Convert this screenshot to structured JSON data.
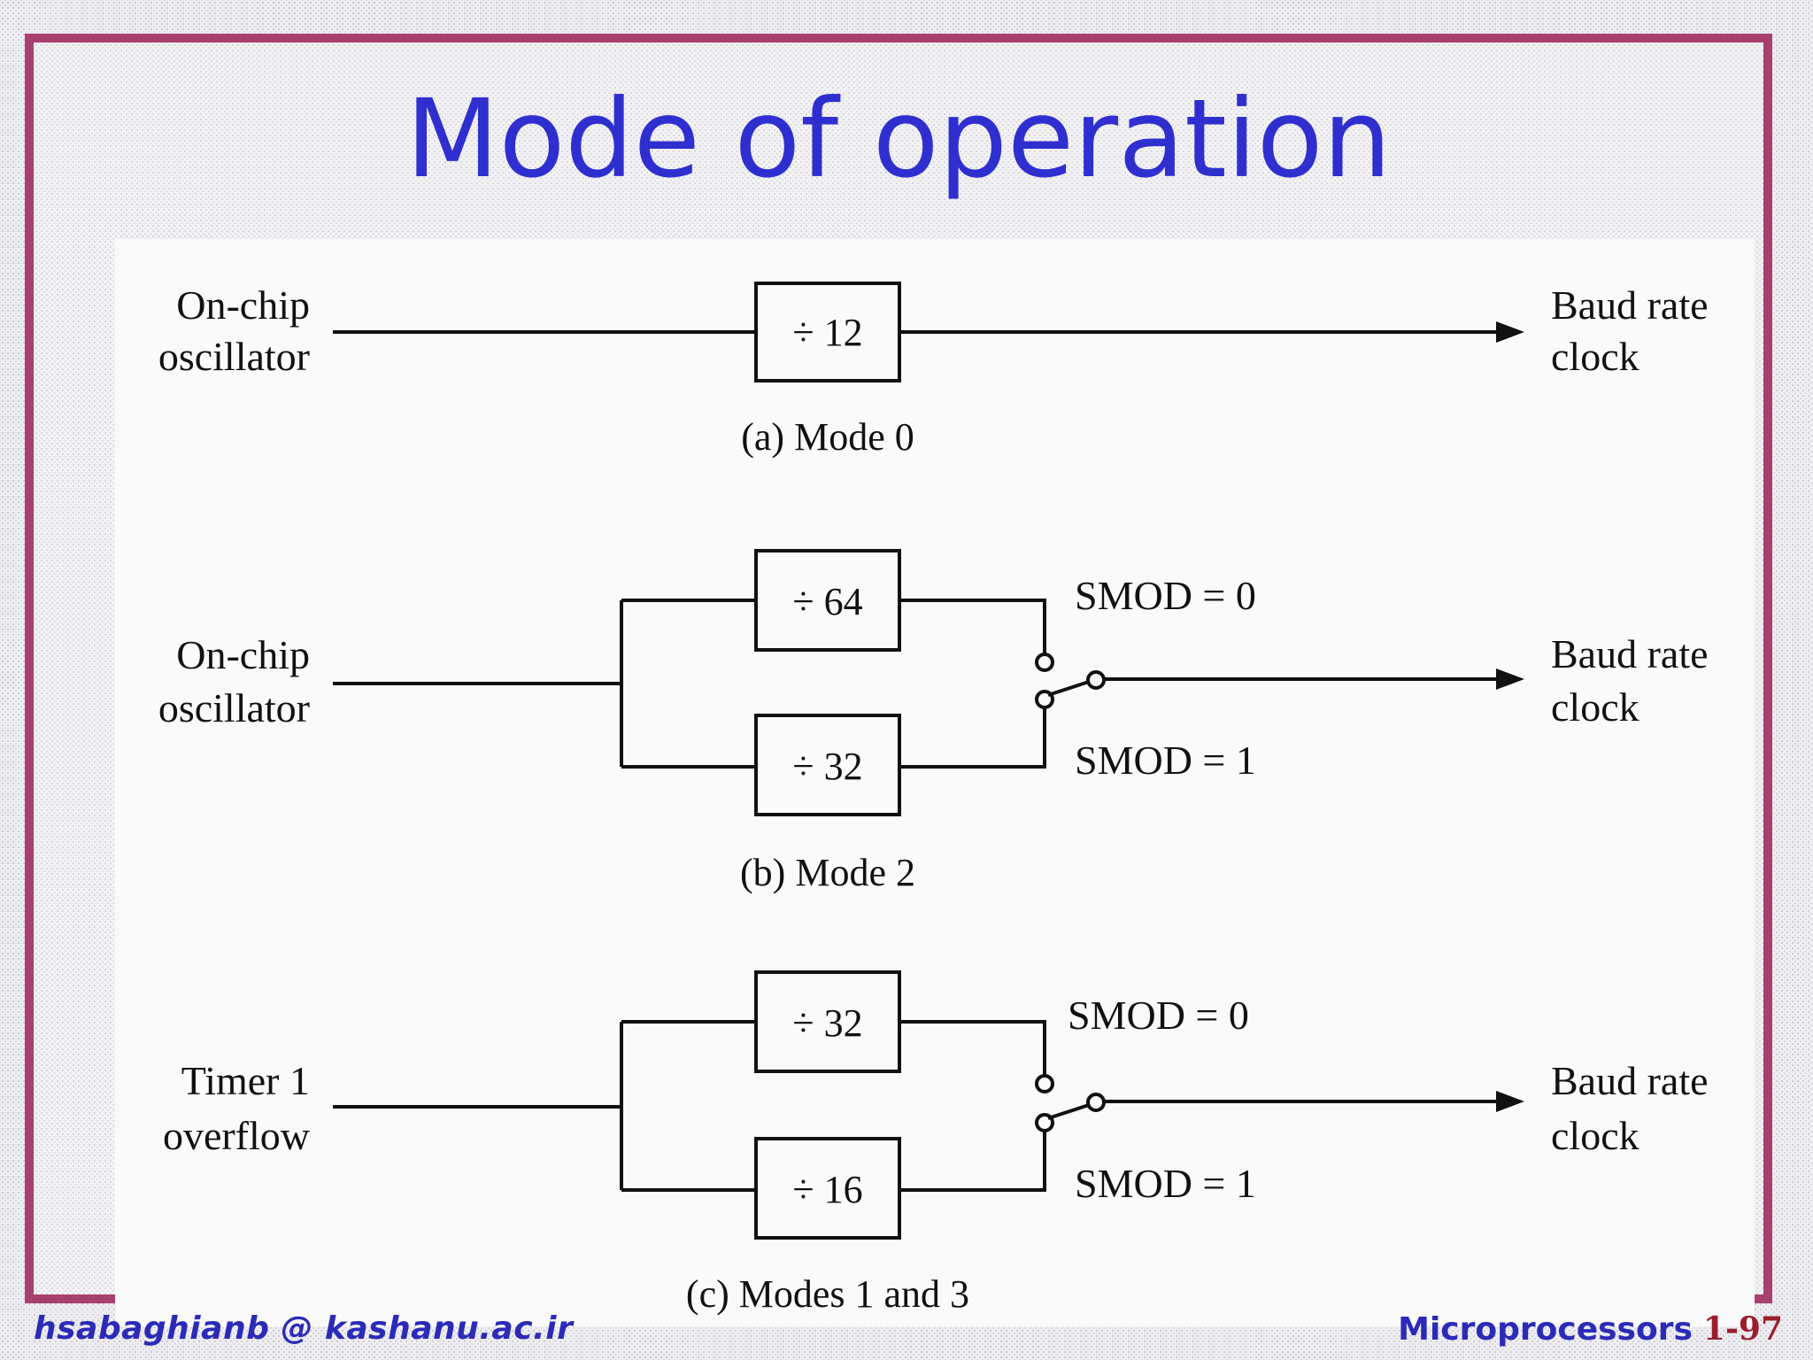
{
  "slide": {
    "title": "Mode of operation",
    "footer_left": "hsabaghianb @ kashanu.ac.ir",
    "footer_course": "Microprocessors",
    "footer_page": "1-97",
    "colors": {
      "frame": "#a8406e",
      "title": "#2f2fd0",
      "footer": "#2b2bb8",
      "page": "#9b1d2c"
    }
  },
  "diagram": {
    "mode0": {
      "input_line1": "On-chip",
      "input_line2": "oscillator",
      "divider": "÷ 12",
      "output_line1": "Baud rate",
      "output_line2": "clock",
      "caption": "(a) Mode 0"
    },
    "mode2": {
      "input_line1": "On-chip",
      "input_line2": "oscillator",
      "divider_top": "÷ 64",
      "divider_bottom": "÷ 32",
      "switch_top": "SMOD = 0",
      "switch_bottom": "SMOD = 1",
      "output_line1": "Baud rate",
      "output_line2": "clock",
      "caption": "(b) Mode 2"
    },
    "mode13": {
      "input_line1": "Timer 1",
      "input_line2": "overflow",
      "divider_top": "÷ 32",
      "divider_bottom": "÷ 16",
      "switch_top": "SMOD = 0",
      "switch_bottom": "SMOD = 1",
      "output_line1": "Baud rate",
      "output_line2": "clock",
      "caption": "(c) Modes 1 and 3"
    }
  }
}
